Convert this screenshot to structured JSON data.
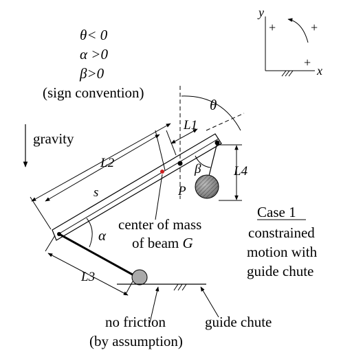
{
  "sign_convention": {
    "theta": "θ< 0",
    "alpha": "α >0",
    "beta": "β>0",
    "caption": "(sign convention)"
  },
  "axes": {
    "y": "y",
    "x": "x",
    "plus": "+"
  },
  "gravity": "gravity",
  "labels": {
    "L1": "L1",
    "L2": "L2",
    "L3": "L3",
    "L4": "L4",
    "s": "s",
    "P": "P",
    "theta": "θ",
    "alpha": "α",
    "beta": "β"
  },
  "center_of_mass": {
    "line1": "center of mass",
    "line2_prefix": "of beam ",
    "line2_symbol": "G"
  },
  "case": {
    "title": "Case 1",
    "line1": "constrained",
    "line2": "motion with",
    "line3": "guide chute"
  },
  "no_friction": {
    "line1": "no friction",
    "line2": "(by assumption)"
  },
  "guide_chute": "guide chute",
  "colors": {
    "ink": "#000000",
    "com_dot": "#cc2222",
    "ball": "#aaaaaa",
    "mass": "#888888"
  }
}
